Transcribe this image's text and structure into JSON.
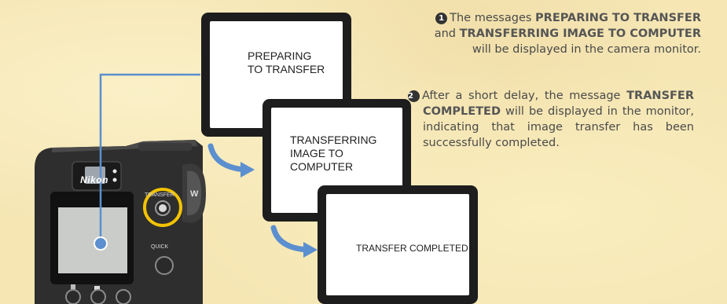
{
  "colors": {
    "background": "#f5e6b4",
    "monitor_frame": "#1d1d1d",
    "arrow": "#5b8fcf",
    "leader_line": "#5b8fcf",
    "highlight_ring": "#f2c300",
    "camera_body": "#2e2e2e"
  },
  "steps": [
    {
      "number": "1",
      "text_1": "The messages ",
      "bold_1": "PREPARING TO TRANSFER",
      "text_2": " and ",
      "bold_2": "TRANSFERRING IMAGE TO COMPUTER",
      "text_3": " will be displayed in the camera monitor."
    },
    {
      "number": "2",
      "text_1": "After a short delay, the message ",
      "bold_1": "TRANSFER COMPLETED",
      "text_2": " will be displayed in the monitor, indicating that image transfer has been successfully completed."
    }
  ],
  "monitors": [
    {
      "text": "PREPARING\nTO TRANSFER"
    },
    {
      "text": "TRANSFERRING\nIMAGE TO\nCOMPUTER"
    },
    {
      "text": "TRANSFER COMPLETED"
    }
  ],
  "camera": {
    "brand": "Nikon",
    "transfer_label": "TRANSFER",
    "quick_label": "QUICK"
  }
}
